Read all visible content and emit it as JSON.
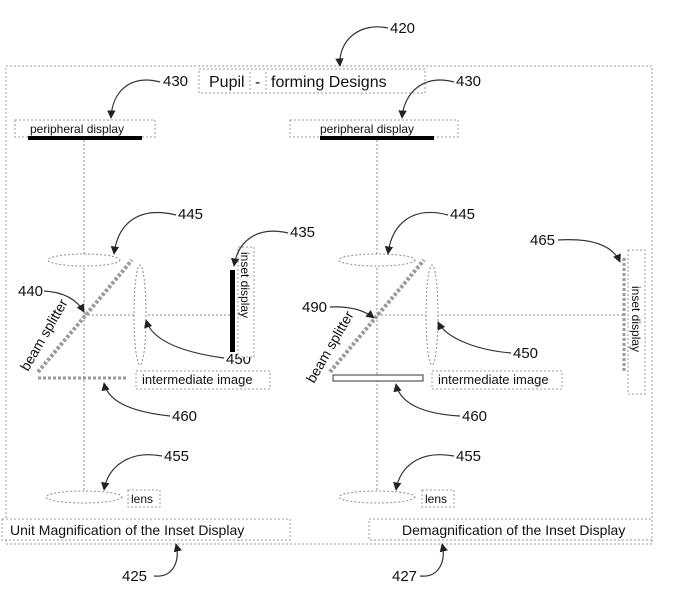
{
  "title": "Pupil - forming Designs",
  "title_parts": [
    "Pupil",
    "-",
    "forming Designs"
  ],
  "refs": {
    "top": "420",
    "peripheral_left": "430",
    "peripheral_right": "430",
    "lens_upper_left": "445",
    "lens_upper_right": "445",
    "inset_left": "435",
    "inset_right": "465",
    "splitter_left": "440",
    "splitter_right": "490",
    "field_lens_left": "450",
    "field_lens_right": "450",
    "intermediate_left": "460",
    "intermediate_right": "460",
    "lens_lower_left": "455",
    "lens_lower_right": "455",
    "caption_left": "425",
    "caption_right": "427"
  },
  "labels": {
    "peripheral_display": "peripheral display",
    "inset_display": "inset display",
    "beam_splitter": "beam splitter",
    "intermediate_image": "intermediate image",
    "lens": "lens"
  },
  "captions": {
    "left": "Unit Magnification of the Inset Display",
    "right": "Demagnification of the Inset Display"
  },
  "colors": {
    "ink": "#111111",
    "dash": "#8c8c8c",
    "display": "#000000"
  }
}
